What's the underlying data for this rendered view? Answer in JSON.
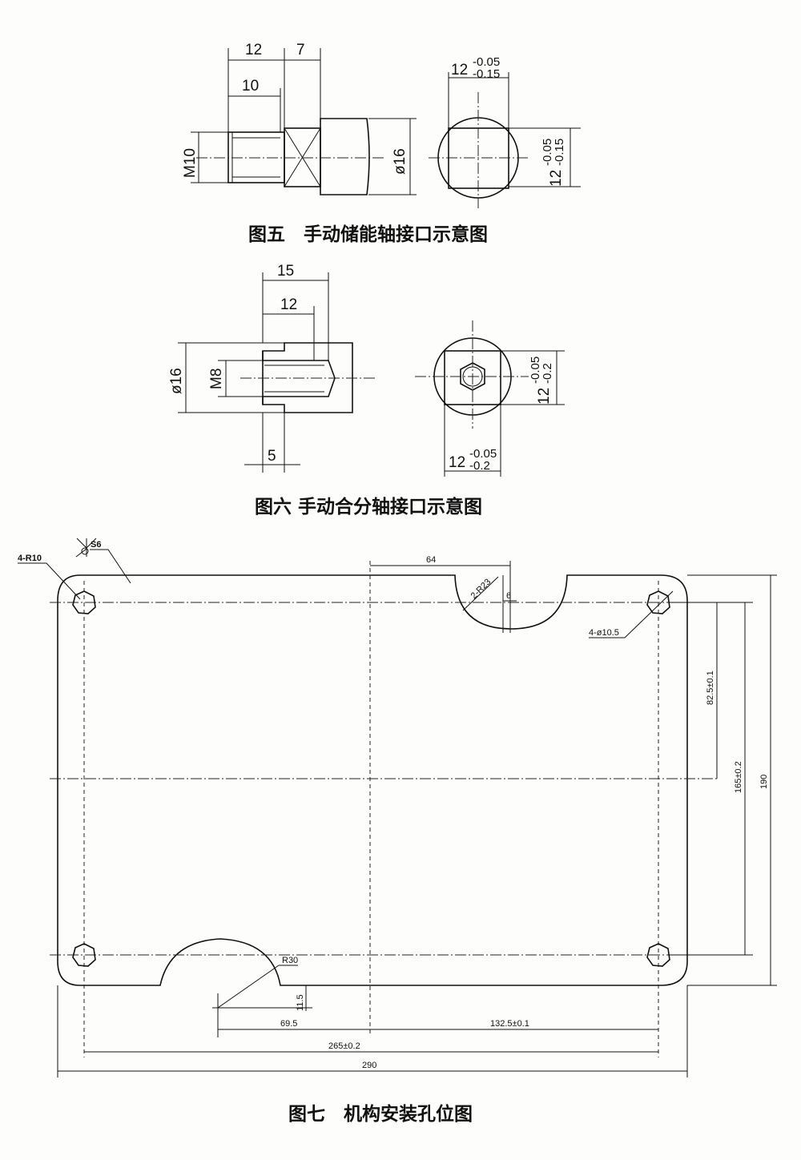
{
  "figure5": {
    "caption": "图五　手动储能轴接口示意图",
    "dims": {
      "d12": "12",
      "d7": "7",
      "d10": "10",
      "m10": "M10",
      "phi16": "ø16",
      "top_base": "12",
      "top_upper": "-0.05",
      "top_lower": "-0.15",
      "side_base": "12",
      "side_upper": "-0.05",
      "side_lower": "-0.15"
    }
  },
  "figure6": {
    "caption": "图六 手动合分轴接口示意图",
    "dims": {
      "d15": "15",
      "d12": "12",
      "d5": "5",
      "phi16": "ø16",
      "m8": "M8",
      "side_base": "12",
      "side_upper": "-0.05",
      "side_lower": "-0.2",
      "bottom_base": "12",
      "bottom_upper": "-0.05",
      "bottom_lower": "-0.2"
    }
  },
  "figure7": {
    "caption": "图七　机构安装孔位图",
    "labels": {
      "r10": "4-R10",
      "s6": "S6",
      "d64": "64",
      "r23": "2-R23",
      "d6": "6",
      "hole": "4-ø10.5",
      "d82": "82.5±0.1",
      "d165": "165±0.2",
      "d190": "190",
      "r30": "R30",
      "d11": "11.5",
      "d69": "69.5",
      "d132": "132.5±0.1",
      "d265": "265±0.2",
      "d290": "290"
    }
  }
}
